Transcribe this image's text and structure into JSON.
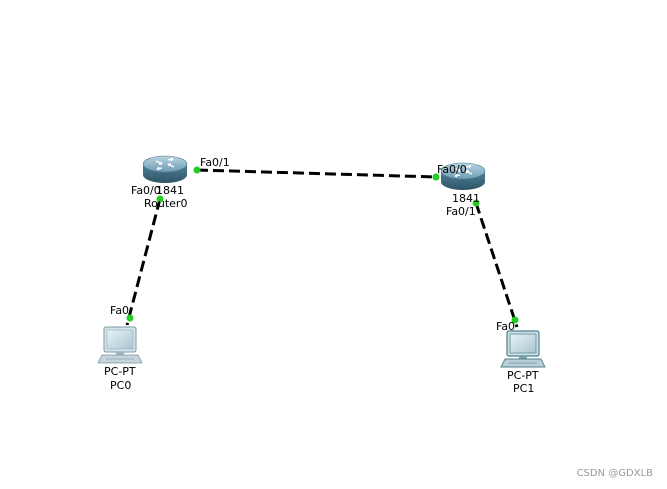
{
  "devices": {
    "router0": {
      "model": "1841",
      "name": "Router0",
      "icon": "router-icon"
    },
    "router1": {
      "model": "1841",
      "name": "",
      "icon": "router-icon"
    },
    "pc0": {
      "model": "PC-PT",
      "name": "PC0",
      "icon": "desktop-pc-icon"
    },
    "pc1": {
      "model": "PC-PT",
      "name": "PC1",
      "icon": "desktop-pc-icon"
    }
  },
  "ports": {
    "router0_fa0_1": "Fa0/1",
    "router0_fa0_0": "Fa0/0",
    "router1_fa0_0": "Fa0/0",
    "router1_fa0_1": "Fa0/1",
    "pc0_fa0": "Fa0",
    "pc1_fa0": "Fa0"
  },
  "links": [
    {
      "from": "Router0 Fa0/1",
      "to": "1841 Fa0/0",
      "status": "up"
    },
    {
      "from": "Router0 Fa0/0",
      "to": "PC0 Fa0",
      "status": "up"
    },
    {
      "from": "1841 Fa0/1",
      "to": "PC1 Fa0",
      "status": "up"
    }
  ],
  "colors": {
    "link": "#000000",
    "link_up": "#22cc22",
    "router_body": "#5a8fa8",
    "pc_body": "#c8d6dd"
  },
  "watermark": "CSDN @GDXLB"
}
